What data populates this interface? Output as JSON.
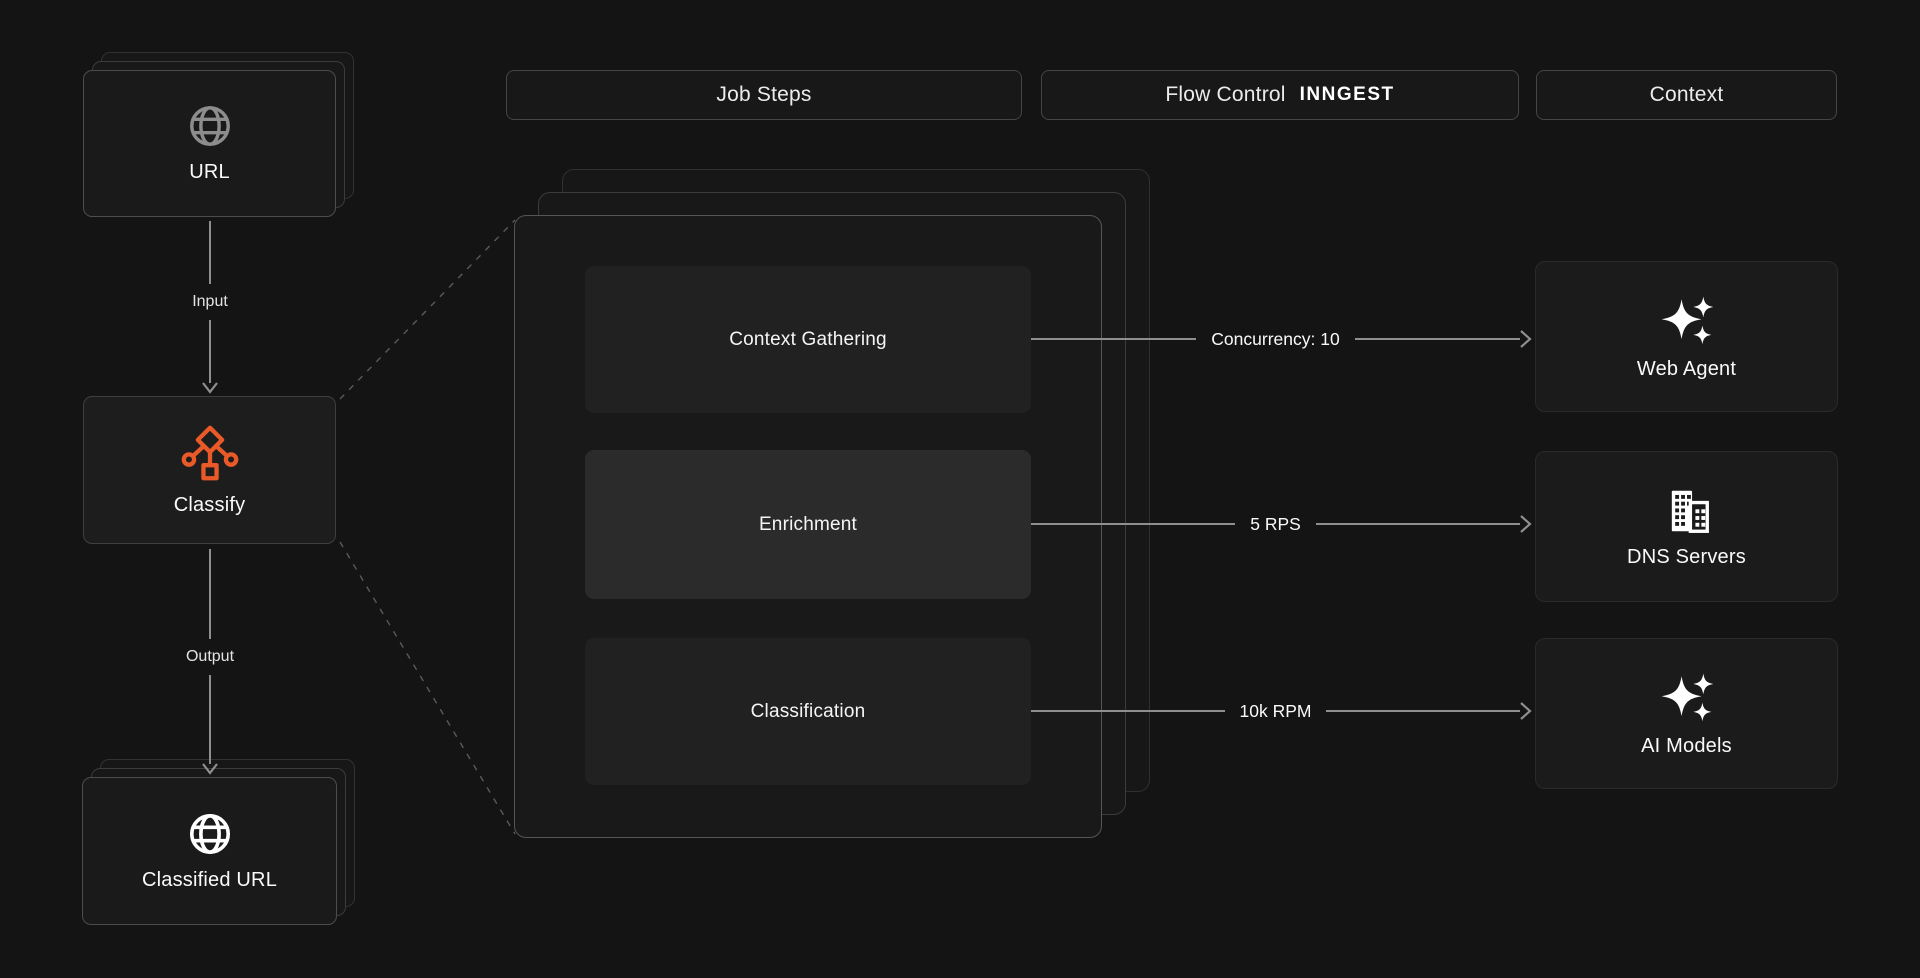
{
  "headers": [
    {
      "label": "Job Steps"
    },
    {
      "label": "Flow Control",
      "logo": "INNGEST"
    },
    {
      "label": "Context"
    }
  ],
  "left_flow": {
    "input_card": {
      "label": "URL",
      "icon": "globe-icon"
    },
    "labels": {
      "input": "Input",
      "output": "Output"
    },
    "process_card": {
      "label": "Classify",
      "icon": "classify-icon"
    },
    "output_card": {
      "label": "Classified URL",
      "icon": "globe-icon"
    }
  },
  "job_panel": {
    "steps": [
      {
        "label": "Context Gathering"
      },
      {
        "label": "Enrichment"
      },
      {
        "label": "Classification"
      }
    ]
  },
  "flow_arrows": [
    {
      "label": "Concurrency: 10"
    },
    {
      "label": "5 RPS"
    },
    {
      "label": "10k RPM"
    }
  ],
  "context_boxes": [
    {
      "label": "Web Agent",
      "icon": "sparkles-icon"
    },
    {
      "label": "DNS Servers",
      "icon": "buildings-icon"
    },
    {
      "label": "AI Models",
      "icon": "sparkles-icon"
    }
  ],
  "colors": {
    "accent_orange": "#EA5A29",
    "arrow": "#8F8F8F",
    "background": "#141414"
  }
}
